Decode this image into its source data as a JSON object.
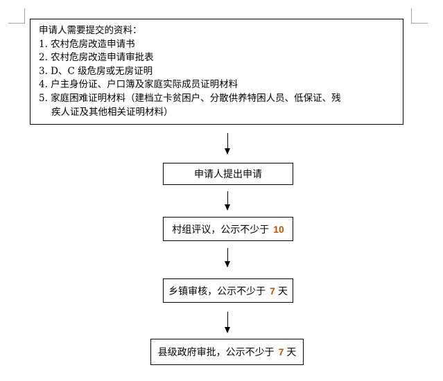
{
  "requirements": {
    "title": "申请人需要提交的资料：",
    "items": [
      "1.  农村危房改造申请书",
      "2.  农村危房改造申请审批表",
      "3.  D、C 级危房或无房证明",
      "4.  户主身份证、户口簿及家庭实际成员证明材料",
      "5.  家庭困难证明材料（建档立卡贫困户、分散供养特困人员、低保证、残"
    ],
    "item5_cont": "疾人证及其他相关证明材料）"
  },
  "steps": [
    {
      "text": "申请人提出申请"
    },
    {
      "text": "村组评议，公示不少于",
      "num": "10"
    },
    {
      "text": "乡镇审核，公示不少于",
      "num": "7",
      "suffix": "天"
    },
    {
      "text": "县级政府审批，公示不少于",
      "num": "7",
      "suffix": "天"
    }
  ]
}
